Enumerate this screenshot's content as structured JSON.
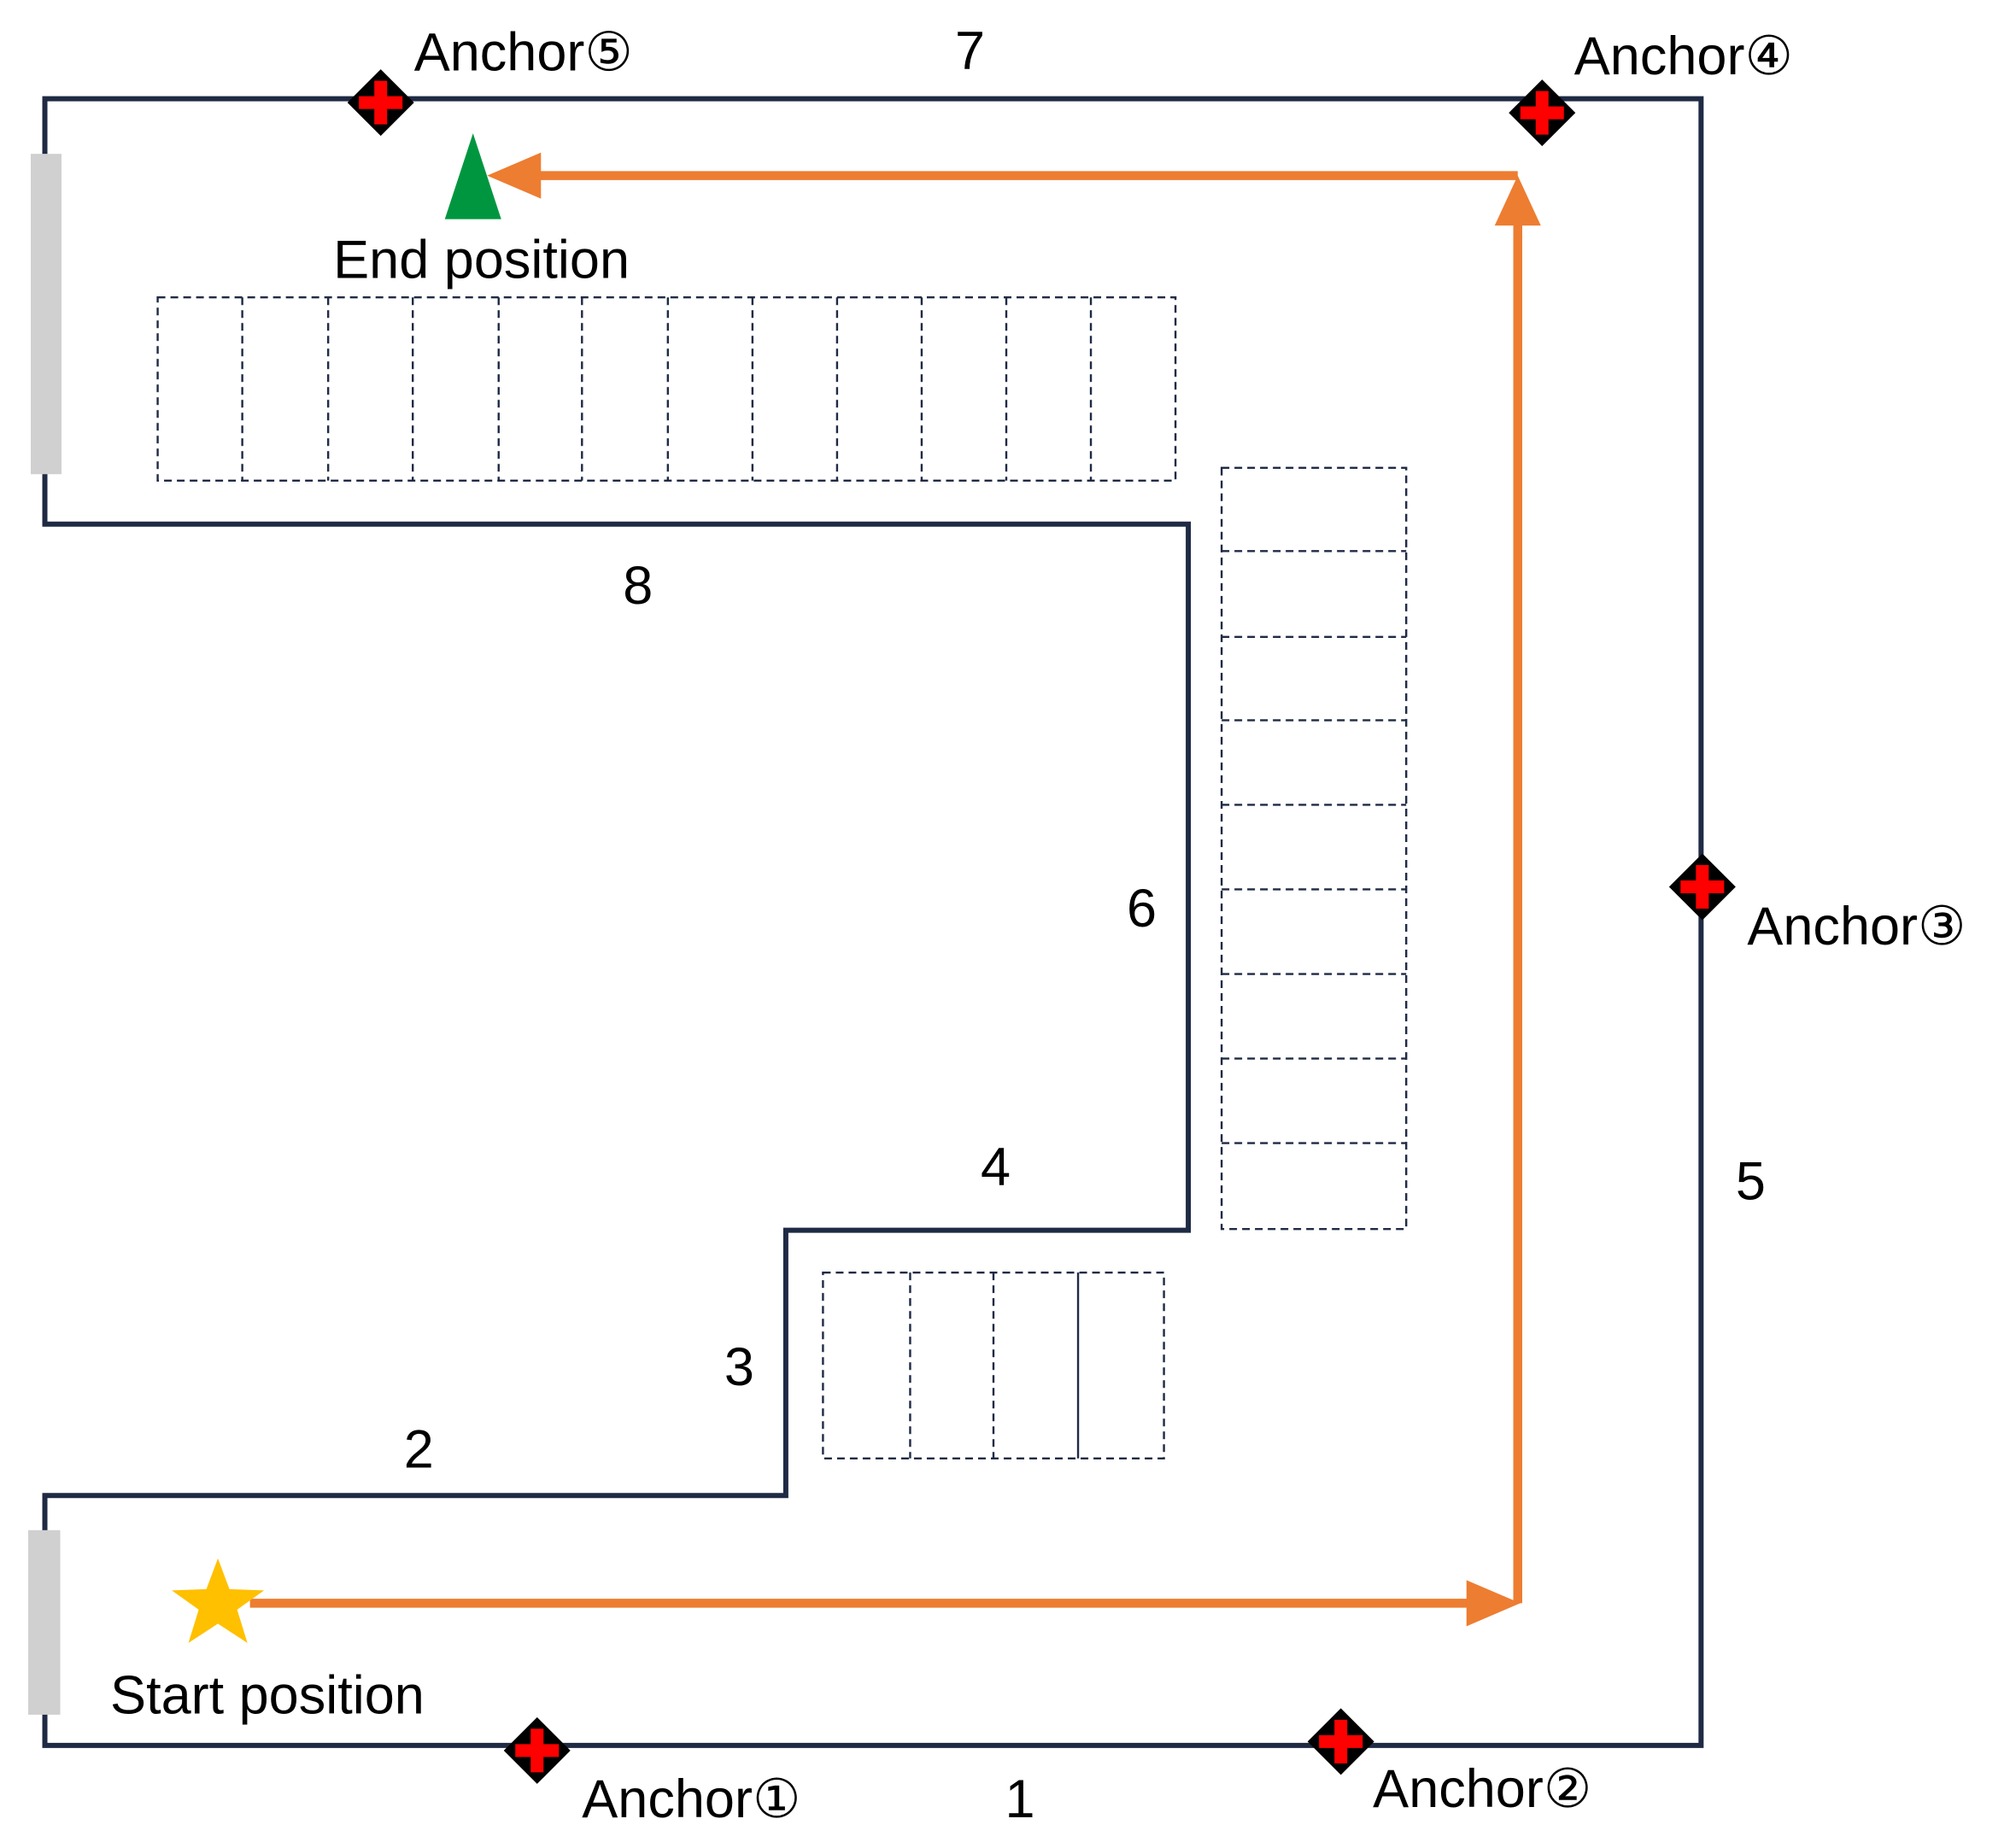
{
  "labels": {
    "start": "Start position",
    "end": "End position"
  },
  "anchors": [
    {
      "id": "anchor-1",
      "label": "Anchor①"
    },
    {
      "id": "anchor-2",
      "label": "Anchor②"
    },
    {
      "id": "anchor-3",
      "label": "Anchor③"
    },
    {
      "id": "anchor-4",
      "label": "Anchor④"
    },
    {
      "id": "anchor-5",
      "label": "Anchor⑤"
    }
  ],
  "wall_numbers": [
    "1",
    "2",
    "3",
    "4",
    "5",
    "6",
    "7",
    "8"
  ],
  "colors": {
    "wall": "#1f2a44",
    "path": "#ed7d31",
    "start_marker": "#ffc000",
    "end_marker": "#00963f",
    "anchor_fill": "#ff0000",
    "anchor_outline": "#000000",
    "door": "#d0d0d0"
  },
  "icons": {
    "start": "star-icon",
    "end": "triangle-icon",
    "anchor": "anchor-marker-icon"
  }
}
